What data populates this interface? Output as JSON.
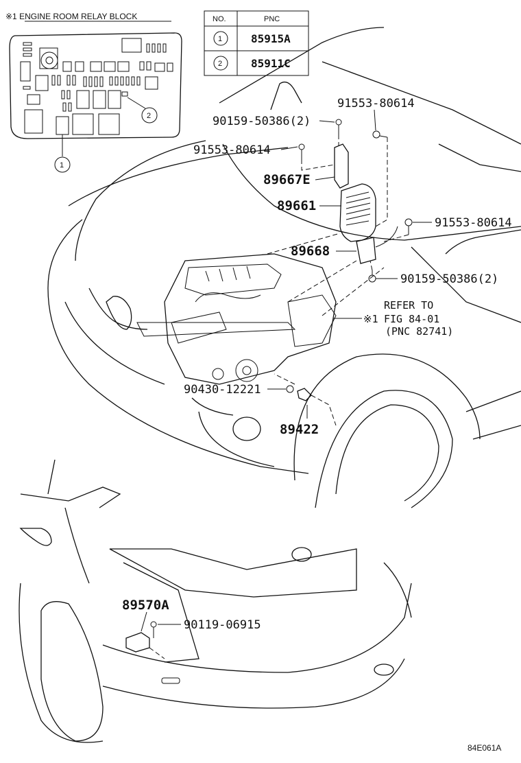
{
  "relay_block": {
    "title": "※1  ENGINE ROOM RELAY BLOCK",
    "callout_1": "1",
    "callout_2": "2"
  },
  "pnc_table": {
    "header_no": "NO.",
    "header_pnc": "PNC",
    "rows": [
      {
        "no": "1",
        "pnc": "85915A"
      },
      {
        "no": "2",
        "pnc": "85911C"
      }
    ]
  },
  "labels": {
    "p_90159_top": "90159-50386(2)",
    "p_91553_top": "91553-80614",
    "p_91553_left": "91553-80614",
    "p_89667e": "89667E",
    "p_89661": "89661",
    "p_91553_right": "91553-80614",
    "p_89668": "89668",
    "p_90159_bottom": "90159-50386(2)",
    "refer_line1": "REFER TO",
    "refer_line2": "FIG 84-01",
    "refer_line3": "(PNC 82741)",
    "refer_mark": "※1",
    "p_90430": "90430-12221",
    "p_89422": "89422",
    "p_89570a": "89570A",
    "p_90119": "90119-06915",
    "figure_code": "84E061A"
  }
}
